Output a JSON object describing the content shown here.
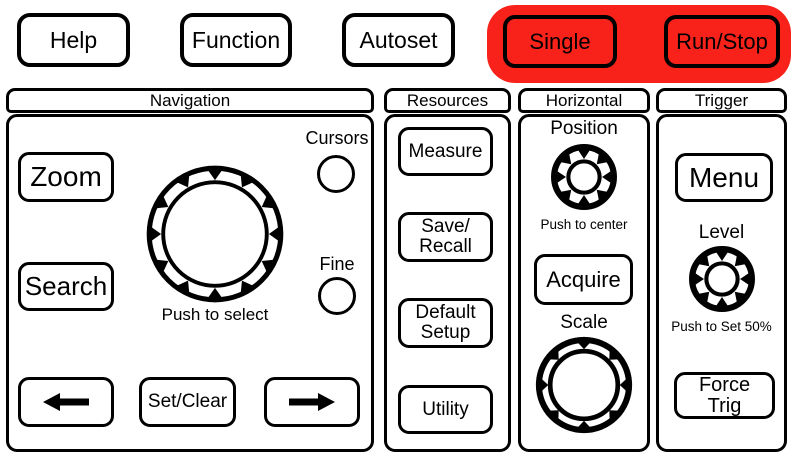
{
  "colors": {
    "accent_red": "#f9221b",
    "ink": "#000000",
    "panel_bg": "#ffffff"
  },
  "top": {
    "help": "Help",
    "function": "Function",
    "autoset": "Autoset",
    "single": "Single",
    "run_stop": "Run/Stop"
  },
  "navigation": {
    "title": "Navigation",
    "zoom": "Zoom",
    "search": "Search",
    "cursors": "Cursors",
    "fine": "Fine",
    "knob_hint": "Push to select",
    "set_clear": "Set/Clear"
  },
  "resources": {
    "title": "Resources",
    "measure": "Measure",
    "save_recall": "Save/\nRecall",
    "default_setup": "Default\nSetup",
    "utility": "Utility"
  },
  "horizontal": {
    "title": "Horizontal",
    "position": "Position",
    "position_hint": "Push to center",
    "acquire": "Acquire",
    "scale": "Scale"
  },
  "trigger": {
    "title": "Trigger",
    "menu": "Menu",
    "level": "Level",
    "level_hint": "Push to Set 50%",
    "force_trig": "Force Trig"
  },
  "icons": {
    "left_arrow": "left-arrow-icon",
    "right_arrow": "right-arrow-icon",
    "knob": "rotary-knob-icon"
  }
}
